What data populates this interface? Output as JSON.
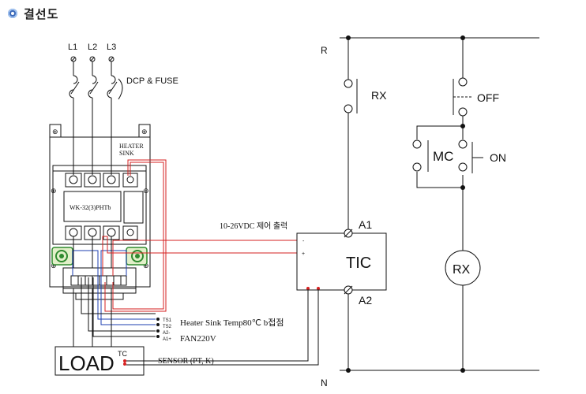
{
  "header": {
    "title": "결선도",
    "icon": "bullet-icon"
  },
  "diagram": {
    "phases": [
      "L1",
      "L2",
      "L3"
    ],
    "dcp_fuse_label": "DCP & FUSE",
    "heater_sink_label": [
      "HEATER",
      "SINK"
    ],
    "module_label": "WK-32(3)PHTb",
    "control_output_label": "10-26VDC 제어 출력",
    "sensor_label": "SENSOR  (PT, K)",
    "heater_sink_temp_label": "Heater Sink Temp80℃ b접점",
    "fan_label": "FAN220V",
    "load_label": "LOAD",
    "tc_label": "TC",
    "ts1": "TS1",
    "ts2": "TS2",
    "a2_small": "A2-",
    "a1_small": "A1+",
    "minus": "-",
    "plus": "+",
    "r_label": "R",
    "n_label": "N",
    "rx_contact_label": "RX",
    "off_label": "OFF",
    "on_label": "ON",
    "mc_label": "MC",
    "tic_label": "TIC",
    "a1_label": "A1",
    "a2_label": "A2",
    "rx_coil_label": "RX",
    "colors": {
      "red": "#d62020",
      "blue": "#1c3fb0",
      "green": "#2f8a2f",
      "line": "#111111"
    }
  }
}
